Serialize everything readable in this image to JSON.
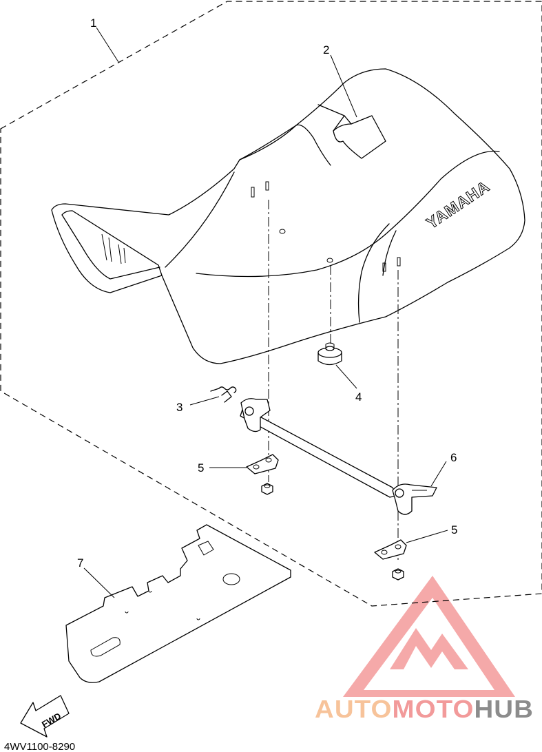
{
  "callouts": {
    "c1": "1",
    "c2": "2",
    "c3": "3",
    "c4": "4",
    "c5a": "5",
    "c5b": "5",
    "c6": "6",
    "c7": "7"
  },
  "seat_brand": "YAMAHA",
  "fwd_label": "FWD",
  "diagram_code": "4WV1100-8290",
  "watermark": {
    "part1": "AUTO",
    "part2": "MOTO",
    "part3": "HUB",
    "color_auto": "#f7c39a",
    "color_moto": "#f29a9a",
    "color_hub": "#8c8c8c",
    "logo_color": "#f28c8c"
  }
}
